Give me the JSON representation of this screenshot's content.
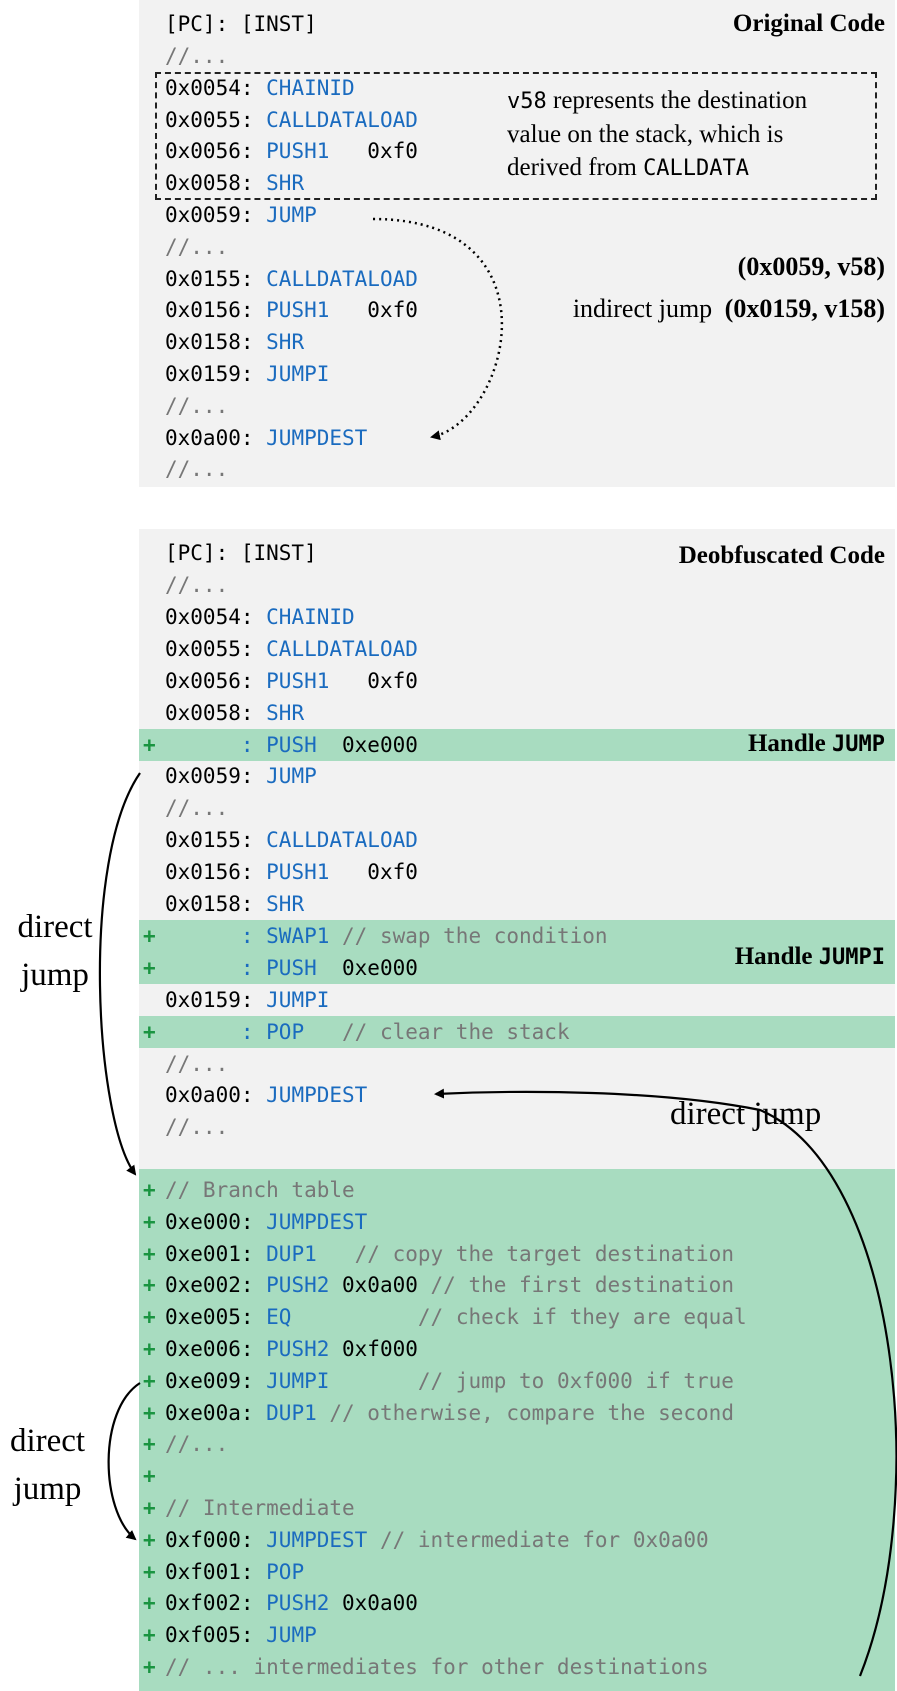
{
  "original": {
    "header": "[PC]: [INST]",
    "title": "Original Code",
    "lines": [
      {
        "pc": "//...",
        "op": "",
        "arg": ""
      },
      {
        "pc": "0x0054: ",
        "op": "CHAINID",
        "arg": ""
      },
      {
        "pc": "0x0055: ",
        "op": "CALLDATALOAD",
        "arg": ""
      },
      {
        "pc": "0x0056: ",
        "op": "PUSH1",
        "arg": "   0xf0"
      },
      {
        "pc": "0x0058: ",
        "op": "SHR",
        "arg": ""
      },
      {
        "pc": "0x0059: ",
        "op": "JUMP",
        "arg": ""
      },
      {
        "pc": "//...",
        "op": "",
        "arg": ""
      },
      {
        "pc": "0x0155: ",
        "op": "CALLDATALOAD",
        "arg": ""
      },
      {
        "pc": "0x0156: ",
        "op": "PUSH1",
        "arg": "   0xf0"
      },
      {
        "pc": "0x0158: ",
        "op": "SHR",
        "arg": ""
      },
      {
        "pc": "0x0159: ",
        "op": "JUMPI",
        "arg": ""
      },
      {
        "pc": "//...",
        "op": "",
        "arg": ""
      },
      {
        "pc": "0x0a00: ",
        "op": "JUMPDEST",
        "arg": ""
      },
      {
        "pc": "//...",
        "op": "",
        "arg": ""
      }
    ],
    "note": {
      "var": "v58",
      "text1": " represents the destination",
      "text2": "value on the stack, which is",
      "text3": "derived from ",
      "calldata": "CALLDATA"
    },
    "pair1": "(0x0059, v58)",
    "pair_label": "indirect jump",
    "pair2": "(0x0159, v158)"
  },
  "deob": {
    "header": "[PC]: [INST]",
    "title": "Deobfuscated Code",
    "handle_jump_prefix": "Handle ",
    "handle_jump_op": "JUMP",
    "handle_jumpi_prefix": "Handle ",
    "handle_jumpi_op": "JUMPI",
    "lines": [
      {
        "plus": "",
        "pc": "//...",
        "op": "",
        "arg": "",
        "cmt": "",
        "hl": false
      },
      {
        "plus": "",
        "pc": "0x0054: ",
        "op": "CHAINID",
        "arg": "",
        "cmt": "",
        "hl": false
      },
      {
        "plus": "",
        "pc": "0x0055: ",
        "op": "CALLDATALOAD",
        "arg": "",
        "cmt": "",
        "hl": false
      },
      {
        "plus": "",
        "pc": "0x0056: ",
        "op": "PUSH1",
        "arg": "   0xf0",
        "cmt": "",
        "hl": false
      },
      {
        "plus": "",
        "pc": "0x0058: ",
        "op": "SHR",
        "arg": "",
        "cmt": "",
        "hl": false
      },
      {
        "plus": "+",
        "pc": "      : ",
        "op": "PUSH",
        "arg": "  0xe000",
        "cmt": "",
        "hl": true
      },
      {
        "plus": "",
        "pc": "0x0059: ",
        "op": "JUMP",
        "arg": "",
        "cmt": "",
        "hl": false
      },
      {
        "plus": "",
        "pc": "//...",
        "op": "",
        "arg": "",
        "cmt": "",
        "hl": false
      },
      {
        "plus": "",
        "pc": "0x0155: ",
        "op": "CALLDATALOAD",
        "arg": "",
        "cmt": "",
        "hl": false
      },
      {
        "plus": "",
        "pc": "0x0156: ",
        "op": "PUSH1",
        "arg": "   0xf0",
        "cmt": "",
        "hl": false
      },
      {
        "plus": "",
        "pc": "0x0158: ",
        "op": "SHR",
        "arg": "",
        "cmt": "",
        "hl": false
      },
      {
        "plus": "+",
        "pc": "      : ",
        "op": "SWAP1",
        "arg": "",
        "cmt": " // swap the condition",
        "hl": true
      },
      {
        "plus": "+",
        "pc": "      : ",
        "op": "PUSH",
        "arg": "  0xe000",
        "cmt": "",
        "hl": true
      },
      {
        "plus": "",
        "pc": "0x0159: ",
        "op": "JUMPI",
        "arg": "",
        "cmt": "",
        "hl": false
      },
      {
        "plus": "+",
        "pc": "      : ",
        "op": "POP",
        "arg": "",
        "cmt": "   // clear the stack",
        "hl": true
      },
      {
        "plus": "",
        "pc": "//...",
        "op": "",
        "arg": "",
        "cmt": "",
        "hl": false
      },
      {
        "plus": "",
        "pc": "0x0a00: ",
        "op": "JUMPDEST",
        "arg": "",
        "cmt": "",
        "hl": false
      },
      {
        "plus": "",
        "pc": "//...",
        "op": "",
        "arg": "",
        "cmt": "",
        "hl": false
      }
    ]
  },
  "table": {
    "lines": [
      {
        "plus": "+",
        "pc": "",
        "op": "",
        "arg": "",
        "cmt": "// Branch table"
      },
      {
        "plus": "+",
        "pc": "0xe000: ",
        "op": "JUMPDEST",
        "arg": "",
        "cmt": ""
      },
      {
        "plus": "+",
        "pc": "0xe001: ",
        "op": "DUP1",
        "arg": "",
        "cmt": "   // copy the target destination"
      },
      {
        "plus": "+",
        "pc": "0xe002: ",
        "op": "PUSH2",
        "arg": " 0x0a00",
        "cmt": " // the first destination"
      },
      {
        "plus": "+",
        "pc": "0xe005: ",
        "op": "EQ",
        "arg": "",
        "cmt": "          // check if they are equal"
      },
      {
        "plus": "+",
        "pc": "0xe006: ",
        "op": "PUSH2",
        "arg": " 0xf000",
        "cmt": ""
      },
      {
        "plus": "+",
        "pc": "0xe009: ",
        "op": "JUMPI",
        "arg": "",
        "cmt": "       // jump to 0xf000 if true"
      },
      {
        "plus": "+",
        "pc": "0xe00a: ",
        "op": "DUP1",
        "arg": "",
        "cmt": " // otherwise, compare the second"
      },
      {
        "plus": "+",
        "pc": "",
        "op": "",
        "arg": "",
        "cmt": "//..."
      },
      {
        "plus": "+",
        "pc": "",
        "op": "",
        "arg": "",
        "cmt": ""
      },
      {
        "plus": "+",
        "pc": "",
        "op": "",
        "arg": "",
        "cmt": "// Intermediate"
      },
      {
        "plus": "+",
        "pc": "0xf000: ",
        "op": "JUMPDEST",
        "arg": "",
        "cmt": " // intermediate for 0x0a00"
      },
      {
        "plus": "+",
        "pc": "0xf001: ",
        "op": "POP",
        "arg": "",
        "cmt": ""
      },
      {
        "plus": "+",
        "pc": "0xf002: ",
        "op": "PUSH2",
        "arg": " 0x0a00",
        "cmt": ""
      },
      {
        "plus": "+",
        "pc": "0xf005: ",
        "op": "JUMP",
        "arg": "",
        "cmt": ""
      },
      {
        "plus": "+",
        "pc": "",
        "op": "",
        "arg": "",
        "cmt": "// ... intermediates for other destinations"
      }
    ]
  },
  "labels": {
    "direct_jump_left_1": "direct",
    "direct_jump_left_2": "jump",
    "direct_jump_left_3": "direct",
    "direct_jump_left_4": "jump",
    "direct_jump_right": "direct jump"
  }
}
